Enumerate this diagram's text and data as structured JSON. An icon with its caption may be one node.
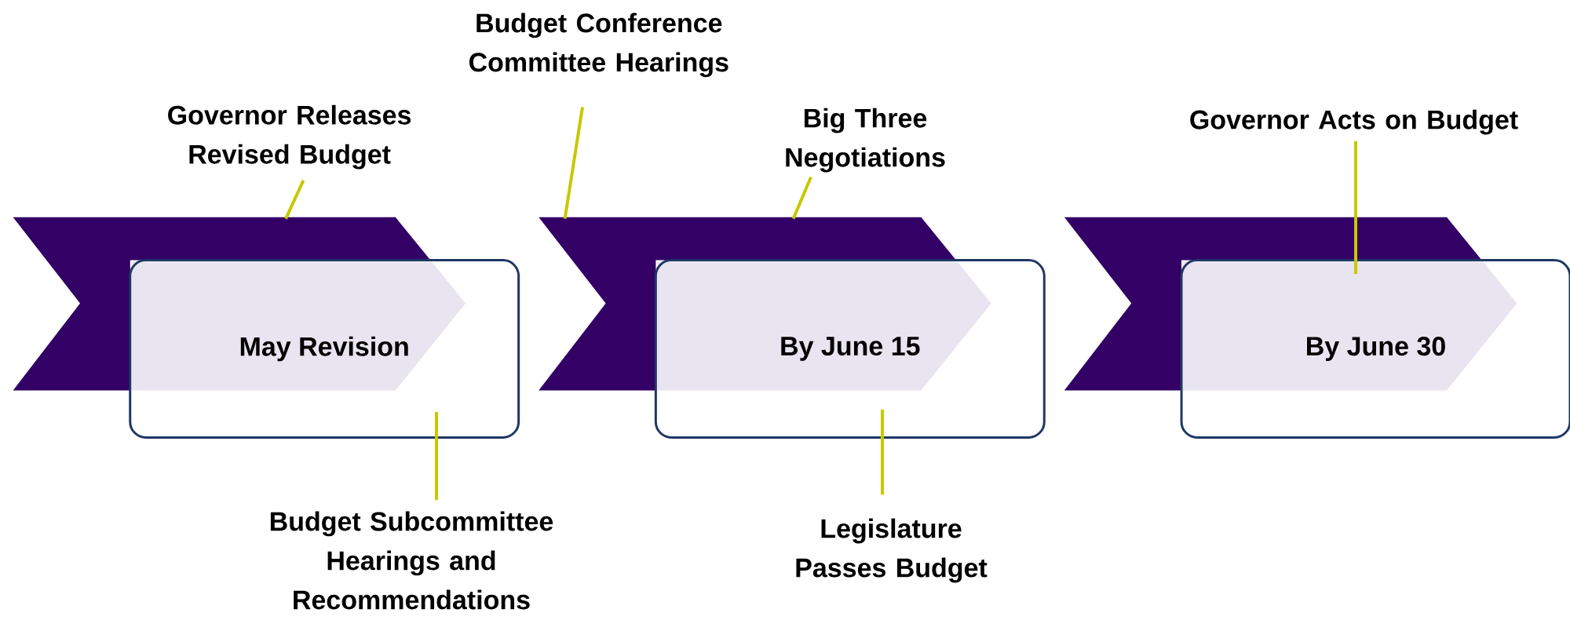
{
  "diagram": {
    "nodes": [
      {
        "text": [
          "Governor Releases Revised Budget"
        ]
      },
      {
        "text": [],
        "shape": "chevron"
      },
      {
        "text": [
          "May Revision"
        ]
      },
      {
        "text": [
          "Budget Subcommittee Hearings and Recommendations"
        ]
      },
      {
        "text": [
          "Budget Conference Committee Hearings"
        ]
      },
      {
        "text": [],
        "shape": "chevron"
      },
      {
        "text": [
          "By June 15"
        ]
      },
      {
        "text": [
          "Big Three Negotiations"
        ]
      },
      {
        "text": [
          "Legislature Passes Budget"
        ]
      },
      {
        "text": [
          "Governor Acts on Budget"
        ]
      },
      {
        "text": [],
        "shape": "chevron"
      },
      {
        "text": [
          "By June 30"
        ]
      }
    ],
    "edges": [
      {
        "from": 0,
        "to": 1,
        "arrow": "none"
      },
      {
        "from": 3,
        "to": 2,
        "arrow": "none"
      },
      {
        "from": 4,
        "to": 5,
        "arrow": "none"
      },
      {
        "from": 7,
        "to": 5,
        "arrow": "none"
      },
      {
        "from": 8,
        "to": 6,
        "arrow": "none"
      },
      {
        "from": 9,
        "to": 11,
        "arrow": "none"
      }
    ]
  }
}
